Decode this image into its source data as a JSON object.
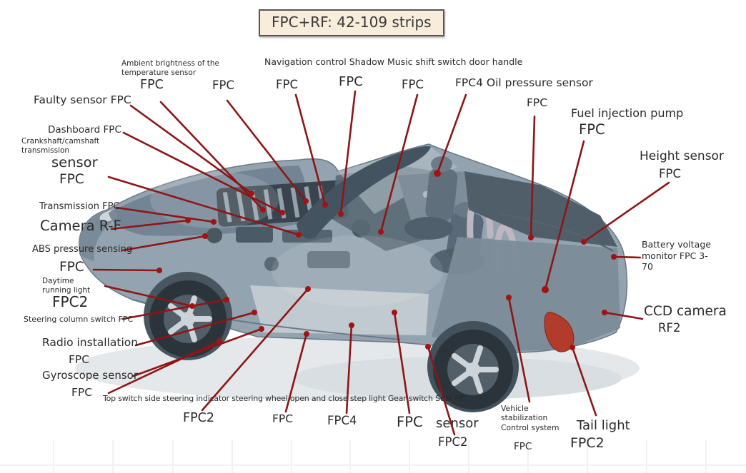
{
  "colors": {
    "leader_line": "#8e1515",
    "leader_dot": "#a31212",
    "title_bg": "#f8ecda",
    "title_border": "#55565a",
    "text": "#262626"
  },
  "title": {
    "text": "FPC+RF: 42-109 strips"
  },
  "labels": {
    "ambient": "Ambient brightness of the temperature sensor",
    "fpc_ambient": "FPC",
    "fpc_top2": "FPC",
    "navigation": "Navigation control Shadow Music shift switch door handle",
    "fpc_nav1": "FPC",
    "fpc_nav2": "FPC",
    "fpc_nav3": "FPC",
    "fpc4_oil": "FPC4 Oil pressure sensor",
    "fpc_oil": "FPC",
    "fuel_pump": "Fuel injection pump",
    "fpc_fuel": "FPC",
    "height_sensor": "Height sensor",
    "fpc_height": "FPC",
    "faulty_sensor": "Faulty sensor FPC",
    "dashboard": "Dashboard FPC",
    "crankshaft": "Crankshaft/camshaft transmission",
    "sensor_word": "sensor",
    "fpc_crank": "FPC",
    "transmission": "Transmission FPC",
    "camera_rf": "Camera R-F",
    "abs_pressure": "ABS pressure sensing",
    "fpc_abs": "FPC",
    "daytime": "Daytime running light",
    "fpc2_daytime": "FPC2",
    "steering_column": "Steering column switch FPC",
    "radio": "Radio installation",
    "fpc_radio": "FPC",
    "gyroscope": "Gyroscope sensor",
    "fpc_gyro": "FPC",
    "bottom_row": "Top switch side steering indicator steering wheel open and close step light Gear switch Seat FPC",
    "fpc2_bottom1": "FPC2",
    "fpc_bottom2": "FPC",
    "fpc4_bottom3": "FPC4",
    "fpc_bottom4": "FPC",
    "sensor_bottom": "sensor",
    "fpc2_sensor": "FPC2",
    "vehicle_stab": "Vehicle stabilization Control system",
    "fpc_stab": "FPC",
    "tail_light": "Tail light",
    "fpc2_tail": "FPC2",
    "battery": "Battery voltage monitor FPC 3-70",
    "ccd_camera": "CCD camera",
    "rf2": "RF2"
  }
}
